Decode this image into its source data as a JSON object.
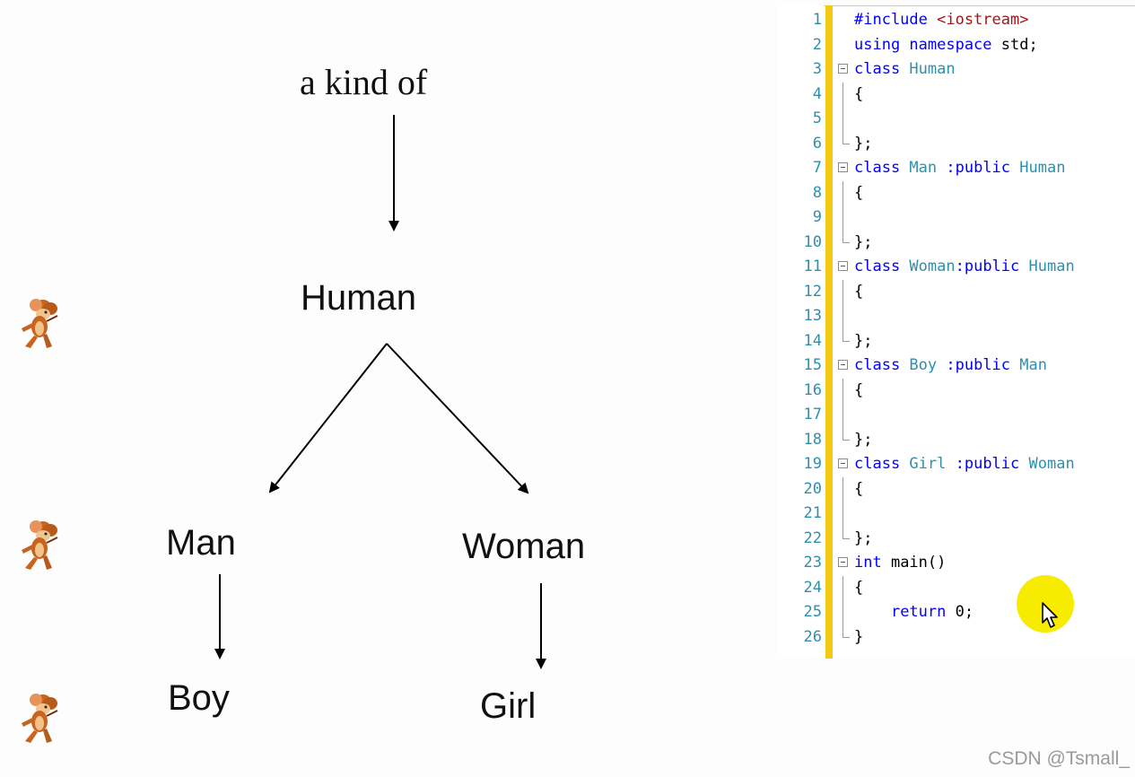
{
  "diagram": {
    "heading": "a kind of",
    "nodes": {
      "human": "Human",
      "man": "Man",
      "woman": "Woman",
      "boy": "Boy",
      "girl": "Girl"
    },
    "mascot_icon": "jerry-mouse-icon"
  },
  "editor": {
    "lines": [
      {
        "n": "1",
        "fold": "none",
        "tokens": [
          {
            "t": "#include ",
            "c": "keyword"
          },
          {
            "t": "<iostream>",
            "c": "string"
          }
        ]
      },
      {
        "n": "2",
        "fold": "none",
        "tokens": [
          {
            "t": "using namespace ",
            "c": "keyword"
          },
          {
            "t": "std;",
            "c": "plain"
          }
        ]
      },
      {
        "n": "3",
        "fold": "open",
        "tokens": [
          {
            "t": "class ",
            "c": "keyword"
          },
          {
            "t": "Human",
            "c": "type"
          }
        ]
      },
      {
        "n": "4",
        "fold": "guide",
        "tokens": [
          {
            "t": "{",
            "c": "plain"
          }
        ]
      },
      {
        "n": "5",
        "fold": "guide",
        "tokens": []
      },
      {
        "n": "6",
        "fold": "end",
        "tokens": [
          {
            "t": "};",
            "c": "plain"
          }
        ]
      },
      {
        "n": "7",
        "fold": "open",
        "tokens": [
          {
            "t": "class ",
            "c": "keyword"
          },
          {
            "t": "Man ",
            "c": "type"
          },
          {
            "t": ":public ",
            "c": "keyword"
          },
          {
            "t": "Human",
            "c": "type"
          }
        ]
      },
      {
        "n": "8",
        "fold": "guide",
        "tokens": [
          {
            "t": "{",
            "c": "plain"
          }
        ]
      },
      {
        "n": "9",
        "fold": "guide",
        "tokens": []
      },
      {
        "n": "10",
        "fold": "end",
        "tokens": [
          {
            "t": "};",
            "c": "plain"
          }
        ]
      },
      {
        "n": "11",
        "fold": "open",
        "tokens": [
          {
            "t": "class ",
            "c": "keyword"
          },
          {
            "t": "Woman",
            "c": "type"
          },
          {
            "t": ":public ",
            "c": "keyword"
          },
          {
            "t": "Human",
            "c": "type"
          }
        ]
      },
      {
        "n": "12",
        "fold": "guide",
        "tokens": [
          {
            "t": "{",
            "c": "plain"
          }
        ]
      },
      {
        "n": "13",
        "fold": "guide",
        "tokens": []
      },
      {
        "n": "14",
        "fold": "end",
        "tokens": [
          {
            "t": "};",
            "c": "plain"
          }
        ]
      },
      {
        "n": "15",
        "fold": "open",
        "tokens": [
          {
            "t": "class ",
            "c": "keyword"
          },
          {
            "t": "Boy ",
            "c": "type"
          },
          {
            "t": ":public ",
            "c": "keyword"
          },
          {
            "t": "Man",
            "c": "type"
          }
        ]
      },
      {
        "n": "16",
        "fold": "guide",
        "tokens": [
          {
            "t": "{",
            "c": "plain"
          }
        ]
      },
      {
        "n": "17",
        "fold": "guide",
        "tokens": []
      },
      {
        "n": "18",
        "fold": "end",
        "tokens": [
          {
            "t": "};",
            "c": "plain"
          }
        ]
      },
      {
        "n": "19",
        "fold": "open",
        "tokens": [
          {
            "t": "class ",
            "c": "keyword"
          },
          {
            "t": "Girl ",
            "c": "type"
          },
          {
            "t": ":public ",
            "c": "keyword"
          },
          {
            "t": "Woman",
            "c": "type"
          }
        ]
      },
      {
        "n": "20",
        "fold": "guide",
        "tokens": [
          {
            "t": "{",
            "c": "plain"
          }
        ]
      },
      {
        "n": "21",
        "fold": "guide",
        "tokens": []
      },
      {
        "n": "22",
        "fold": "end",
        "tokens": [
          {
            "t": "};",
            "c": "plain"
          }
        ]
      },
      {
        "n": "23",
        "fold": "open",
        "tokens": [
          {
            "t": "int ",
            "c": "keyword"
          },
          {
            "t": "main()",
            "c": "plain"
          }
        ]
      },
      {
        "n": "24",
        "fold": "guide",
        "tokens": [
          {
            "t": "{",
            "c": "plain"
          }
        ]
      },
      {
        "n": "25",
        "fold": "guide",
        "tokens": [
          {
            "t": "    ",
            "c": "plain"
          },
          {
            "t": "return ",
            "c": "keyword"
          },
          {
            "t": "0;",
            "c": "plain"
          }
        ]
      },
      {
        "n": "26",
        "fold": "end",
        "tokens": [
          {
            "t": "}",
            "c": "plain"
          }
        ]
      }
    ],
    "colors": {
      "keyword": "#0000ff",
      "type": "#2b91af",
      "string": "#a31515",
      "line_number": "#2b91af",
      "change_bar": "#f2c811"
    }
  },
  "cursor": {
    "icon": "mouse-pointer-icon",
    "highlight_color": "#f7ec00"
  },
  "watermark": "CSDN @Tsmall_"
}
